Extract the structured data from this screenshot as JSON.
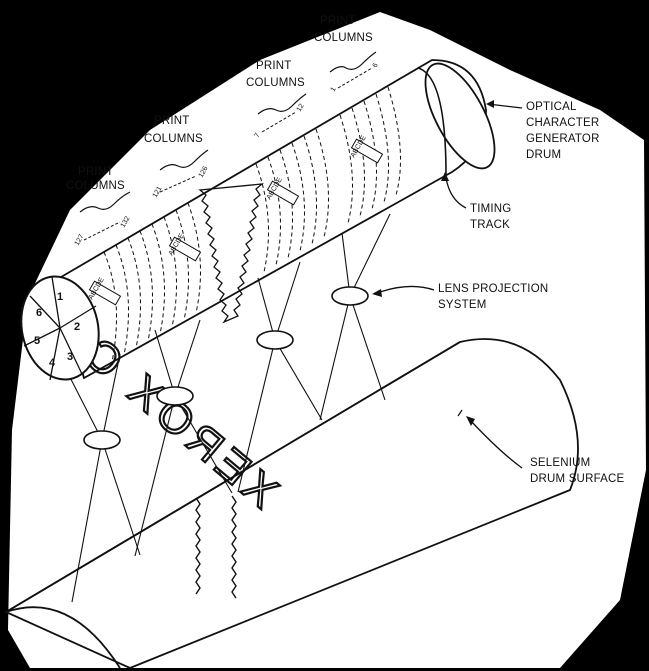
{
  "labels": {
    "print_columns": [
      "PRINT",
      "COLUMNS"
    ],
    "optical": [
      "OPTICAL",
      "CHARACTER",
      "GENERATOR",
      "DRUM"
    ],
    "timing": [
      "TIMING",
      "TRACK"
    ],
    "lens": [
      "LENS PROJECTION",
      "SYSTEM"
    ],
    "selenium": [
      "SELENIUM",
      "DRUM SURFACE"
    ]
  },
  "column_numbers": {
    "group1": [
      "127",
      "132"
    ],
    "group2": [
      "121",
      "126"
    ],
    "group3": [
      "7",
      "12"
    ],
    "group4": [
      "1",
      "6"
    ]
  },
  "segments": [
    "1",
    "2",
    "3",
    "4",
    "5",
    "6"
  ],
  "drum_text": "XEROX CO",
  "band_glyphs": "ABCDE",
  "colors": {
    "ink": "#111111",
    "paper": "#ffffff",
    "background": "#000000"
  }
}
